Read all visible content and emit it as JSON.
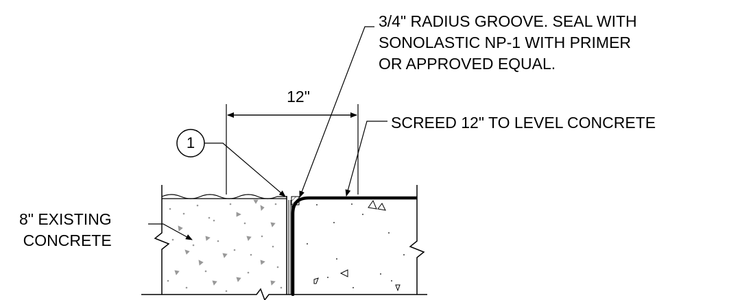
{
  "notes": {
    "groove": [
      "3/4\" RADIUS GROOVE. SEAL WITH",
      "SONOLASTIC NP-1 WITH PRIMER",
      "OR APPROVED EQUAL."
    ],
    "screed": "SCREED 12\" TO LEVEL CONCRETE",
    "existing": [
      "8\" EXISTING",
      "CONCRETE"
    ]
  },
  "dimension": {
    "label": "12\""
  },
  "callout": {
    "number": "1"
  },
  "colors": {
    "line": "#000000",
    "background": "#ffffff"
  }
}
